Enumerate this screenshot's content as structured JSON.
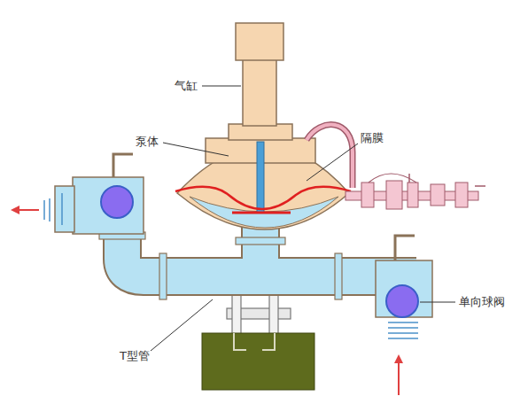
{
  "diagram": {
    "labels": [
      "气缸",
      "泵体",
      "隔膜",
      "单向球阀",
      "T型管"
    ]
  }
}
